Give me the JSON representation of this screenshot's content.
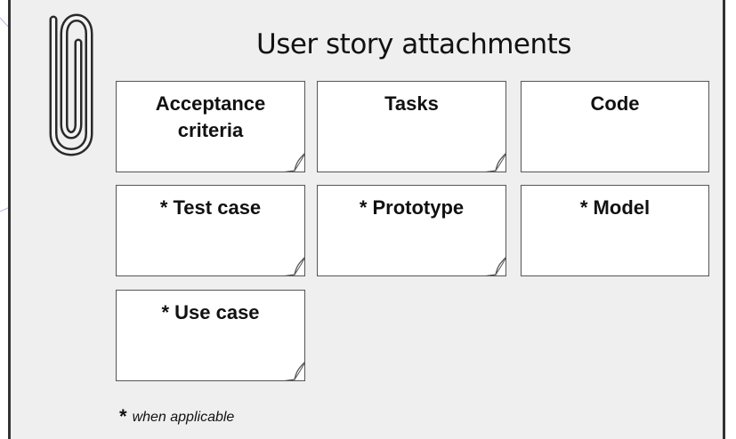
{
  "title": "User story attachments",
  "cards": [
    {
      "label": "Acceptance\ncriteria"
    },
    {
      "label": "Tasks"
    },
    {
      "label": "Code"
    },
    {
      "label": "* Test case"
    },
    {
      "label": "* Prototype"
    },
    {
      "label": "* Model"
    },
    {
      "label": "* Use case"
    }
  ],
  "footnote": {
    "star": "*",
    "text": "when applicable"
  },
  "icons": {
    "clip": "paperclip-icon",
    "page_curl": "page-curl-icon"
  },
  "colors": {
    "panel_background": "#efefef",
    "card_background": "#ffffff",
    "border": "#333333",
    "connector_line": "#b9b2e8"
  }
}
